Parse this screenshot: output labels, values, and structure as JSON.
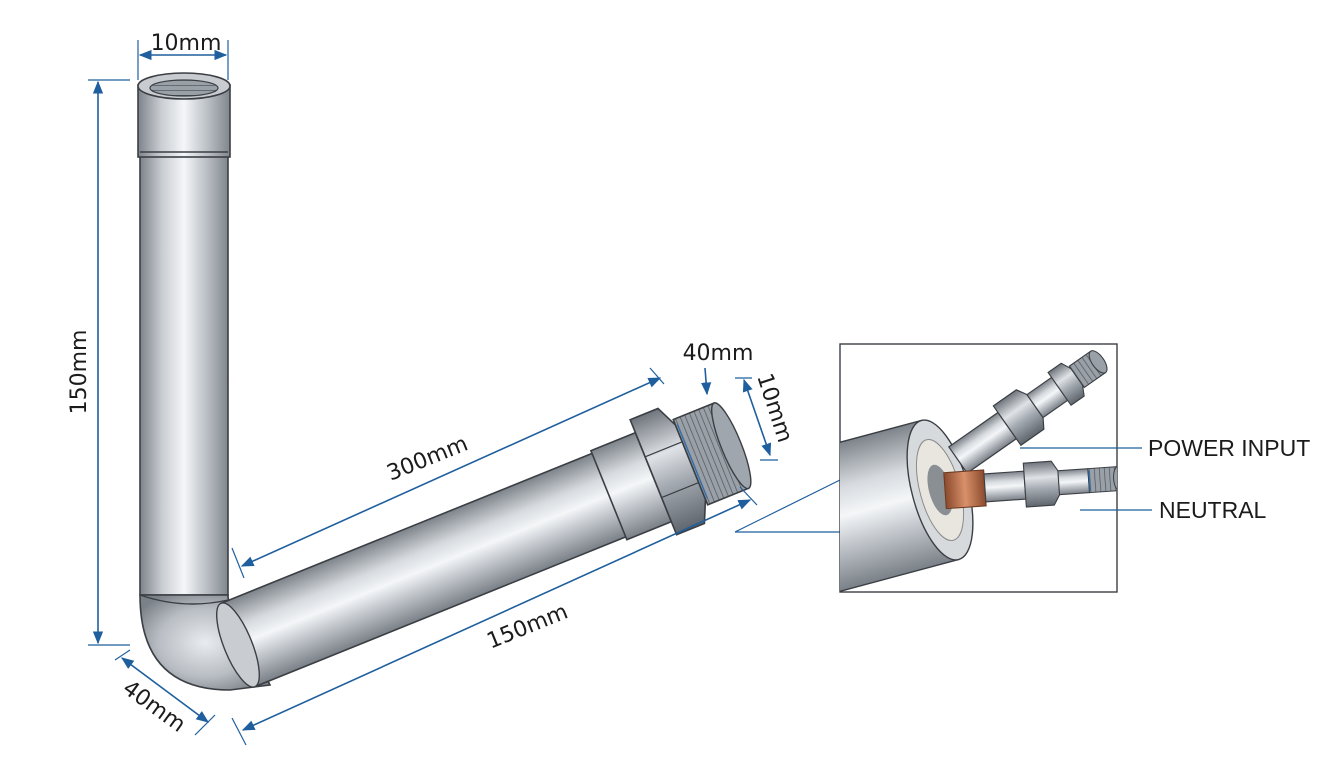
{
  "diagram": {
    "dimensions": {
      "top_diameter": "10mm",
      "vertical_length": "150mm",
      "bend_radius": "40mm",
      "horizontal_length": "150mm",
      "pipe_length": "300mm",
      "fitting_width": "40mm",
      "fitting_thread": "10mm"
    },
    "callouts": {
      "power_input": "POWER INPUT",
      "neutral": "NEUTRAL"
    },
    "colors": {
      "dimension_line": "#1f5f9e",
      "steel_light": "#f2f4f6",
      "steel_dark": "#8a9097",
      "copper": "#b5653f"
    }
  }
}
